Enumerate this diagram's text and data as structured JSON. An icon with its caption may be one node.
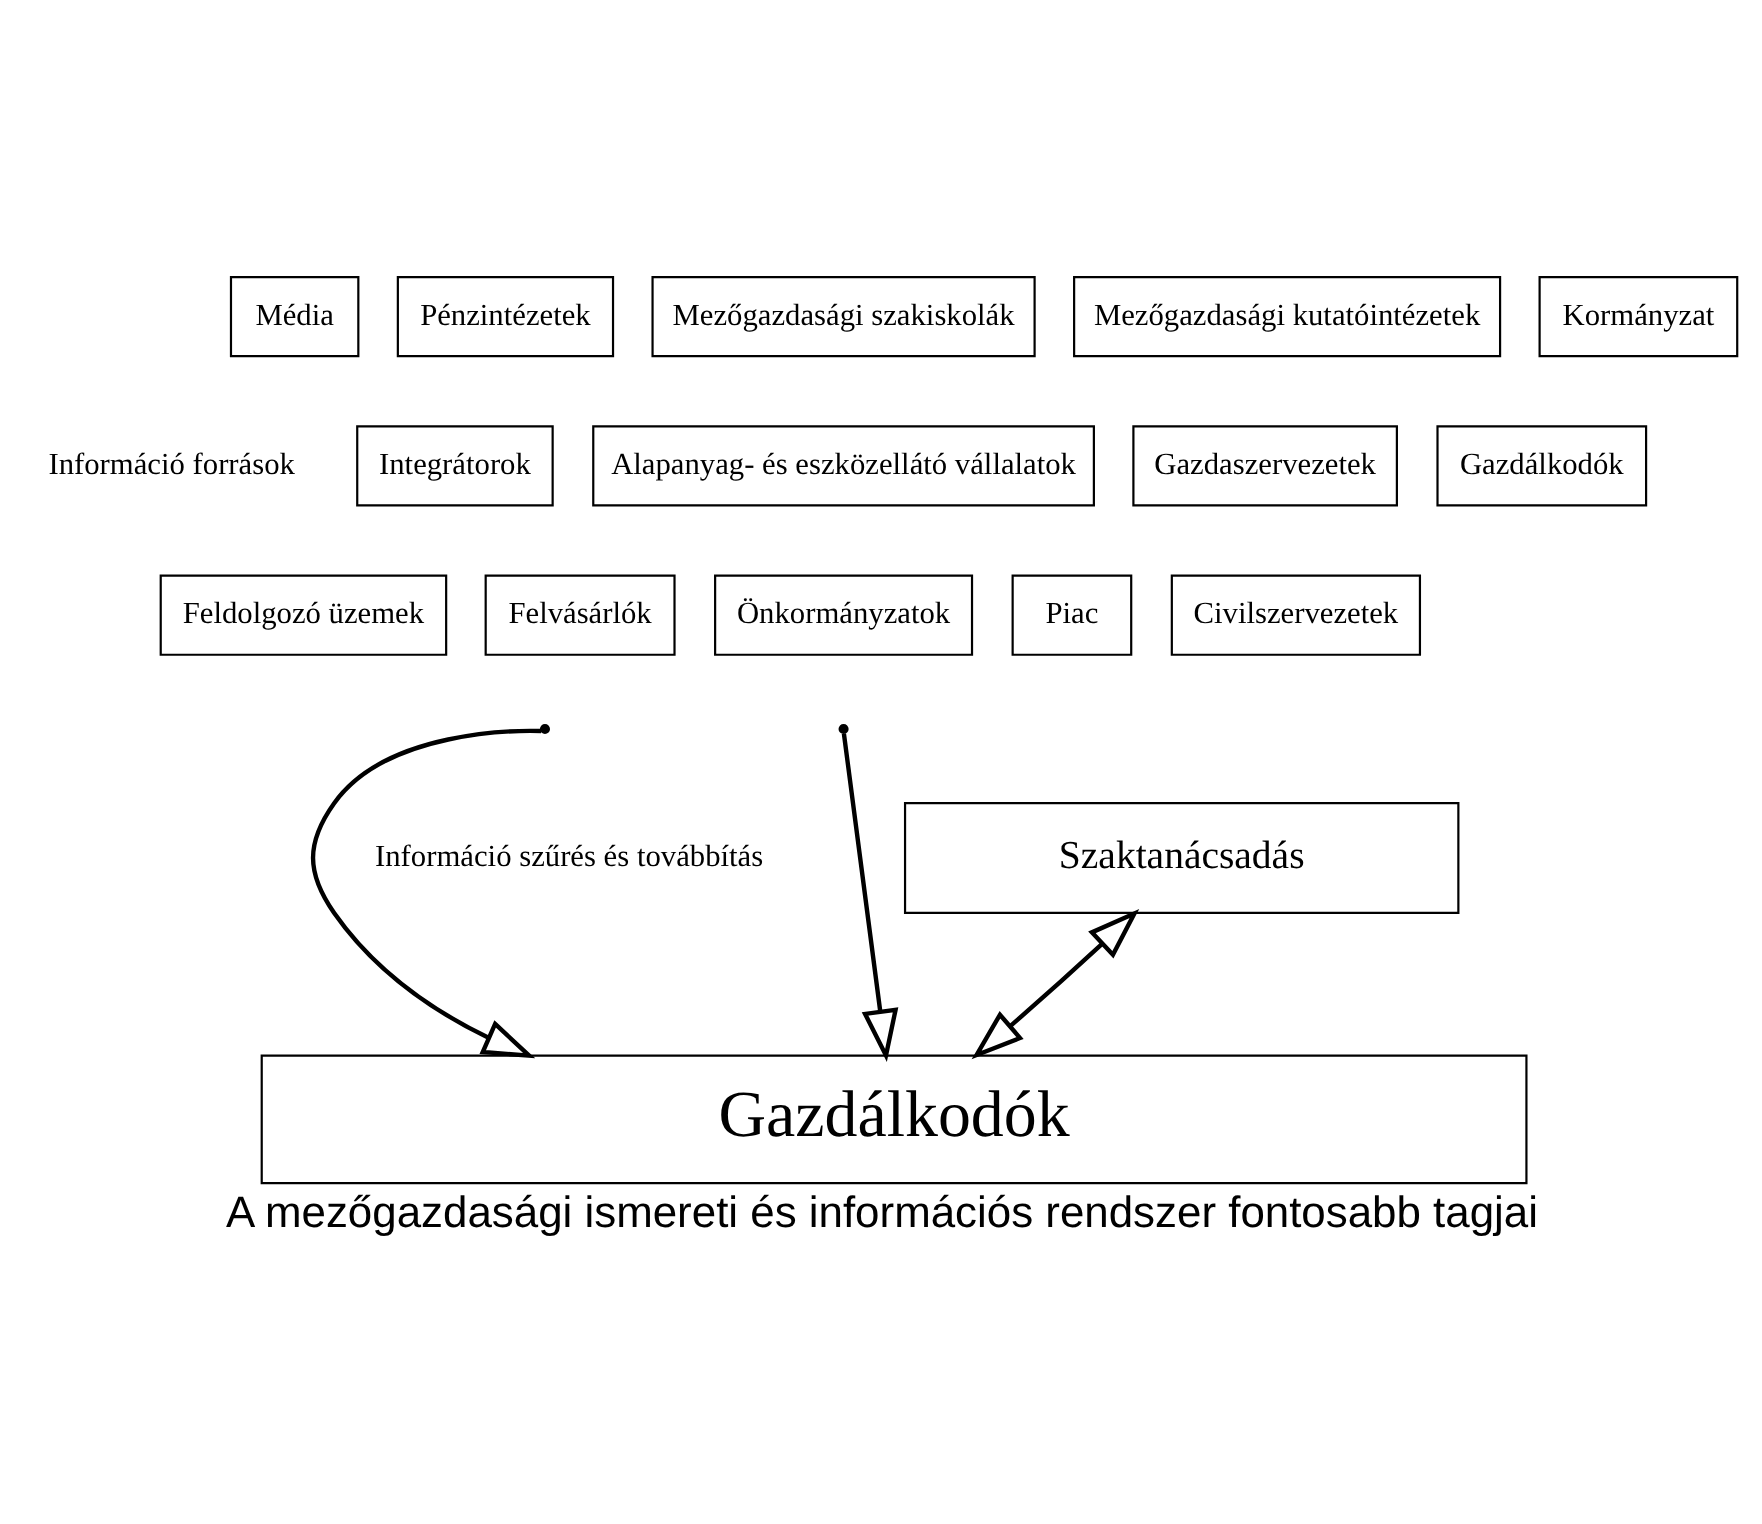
{
  "diagram": {
    "caption": "A mezőgazdasági ismereti és információs rendszer fontosabb tagjai",
    "nodes": [
      {
        "text": [
          "Média"
        ]
      },
      {
        "text": [
          "Pénzintézetek"
        ]
      },
      {
        "text": [
          "Mezőgazdasági szakiskolák"
        ]
      },
      {
        "text": [
          "Mezőgazdasági kutatóintézetek"
        ]
      },
      {
        "text": [
          "Kormányzat"
        ]
      },
      {
        "text": [
          "Integrátorok"
        ]
      },
      {
        "text": [
          "Alapanyag- és eszközellátó vállalatok"
        ]
      },
      {
        "text": [
          "Gazdaszervezetek"
        ]
      },
      {
        "text": [
          "Gazdálkodók"
        ]
      },
      {
        "text": [
          "Feldolgozó üzemek"
        ]
      },
      {
        "text": [
          "Felvásárlók"
        ]
      },
      {
        "text": [
          "Önkormányzatok"
        ]
      },
      {
        "text": [
          "Piac"
        ]
      },
      {
        "text": [
          "Civilszervezetek"
        ]
      },
      {
        "text": [
          "Szaktanácsadás"
        ]
      },
      {
        "text": [
          "Gazdálkodók"
        ]
      }
    ],
    "edges": [
      {
        "from": null,
        "to": 15,
        "arrow": "to"
      },
      {
        "from": 14,
        "to": 15,
        "arrow": "both"
      },
      {
        "from": null,
        "to": 15,
        "arrow": "to"
      }
    ],
    "labels": [
      "Információ források",
      "Információ szűrés és továbbítás"
    ]
  }
}
